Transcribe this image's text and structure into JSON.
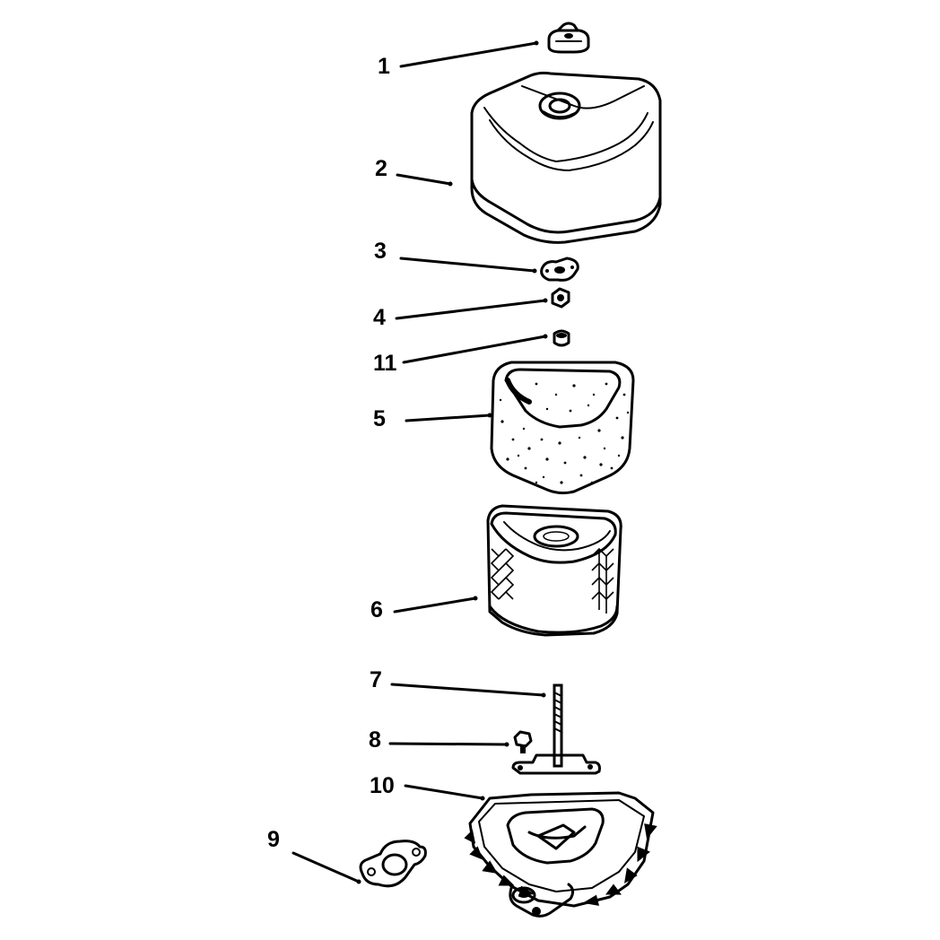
{
  "callouts": [
    {
      "id": "1",
      "label": "1",
      "part": "wing-nut"
    },
    {
      "id": "2",
      "label": "2",
      "part": "air-cleaner-cover"
    },
    {
      "id": "3",
      "label": "3",
      "part": "cover-retainer"
    },
    {
      "id": "4",
      "label": "4",
      "part": "element-nut"
    },
    {
      "id": "11",
      "label": "11",
      "part": "seal"
    },
    {
      "id": "5",
      "label": "5",
      "part": "precleaner"
    },
    {
      "id": "6",
      "label": "6",
      "part": "paper-element"
    },
    {
      "id": "7",
      "label": "7",
      "part": "stud"
    },
    {
      "id": "8",
      "label": "8",
      "part": "screw"
    },
    {
      "id": "10",
      "label": "10",
      "part": "base"
    },
    {
      "id": "9",
      "label": "9",
      "part": "gasket"
    }
  ],
  "colors": {
    "ink": "#000000",
    "background": "#ffffff"
  }
}
